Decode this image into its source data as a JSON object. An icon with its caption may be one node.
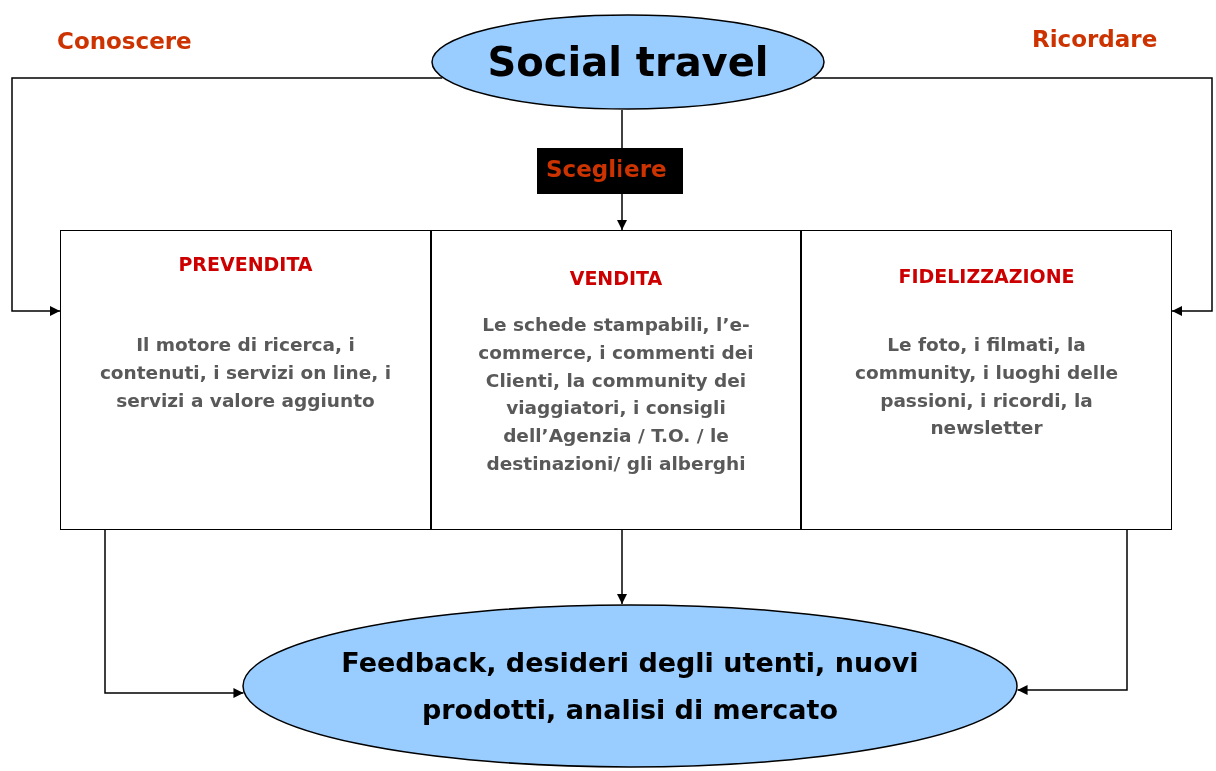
{
  "diagram": {
    "nodes": [
      {
        "text": [
          "Social travel"
        ]
      },
      {
        "text": [
          "PREVENDITA",
          "Il motore di ricerca, i contenuti, i servizi on line, i servizi a  valore aggiunto"
        ]
      },
      {
        "text": [
          "VENDITA",
          "Le schede stampabili, l’e-commerce, i commenti dei Clienti, la community dei viaggiatori, i consigli dell’Agenzia / T.O. / le destinazioni/ gli alberghi"
        ]
      },
      {
        "text": [
          "FIDELIZZAZIONE",
          "Le foto, i filmati, la community, i luoghi delle passioni, i ricordi, la newsletter"
        ]
      },
      {
        "text": [
          "Feedback, desideri degli utenti, nuovi prodotti, analisi di mercato"
        ]
      }
    ],
    "edges": [
      {
        "from": 0,
        "to": 1,
        "arrow": "to",
        "label": "Conoscere"
      },
      {
        "from": 0,
        "to": 2,
        "arrow": "to",
        "label": "Scegliere"
      },
      {
        "from": 0,
        "to": 3,
        "arrow": "to",
        "label": "Ricordare"
      },
      {
        "from": 1,
        "to": 4,
        "arrow": "to"
      },
      {
        "from": 2,
        "to": 4,
        "arrow": "to"
      },
      {
        "from": 3,
        "to": 4,
        "arrow": "to"
      }
    ]
  }
}
